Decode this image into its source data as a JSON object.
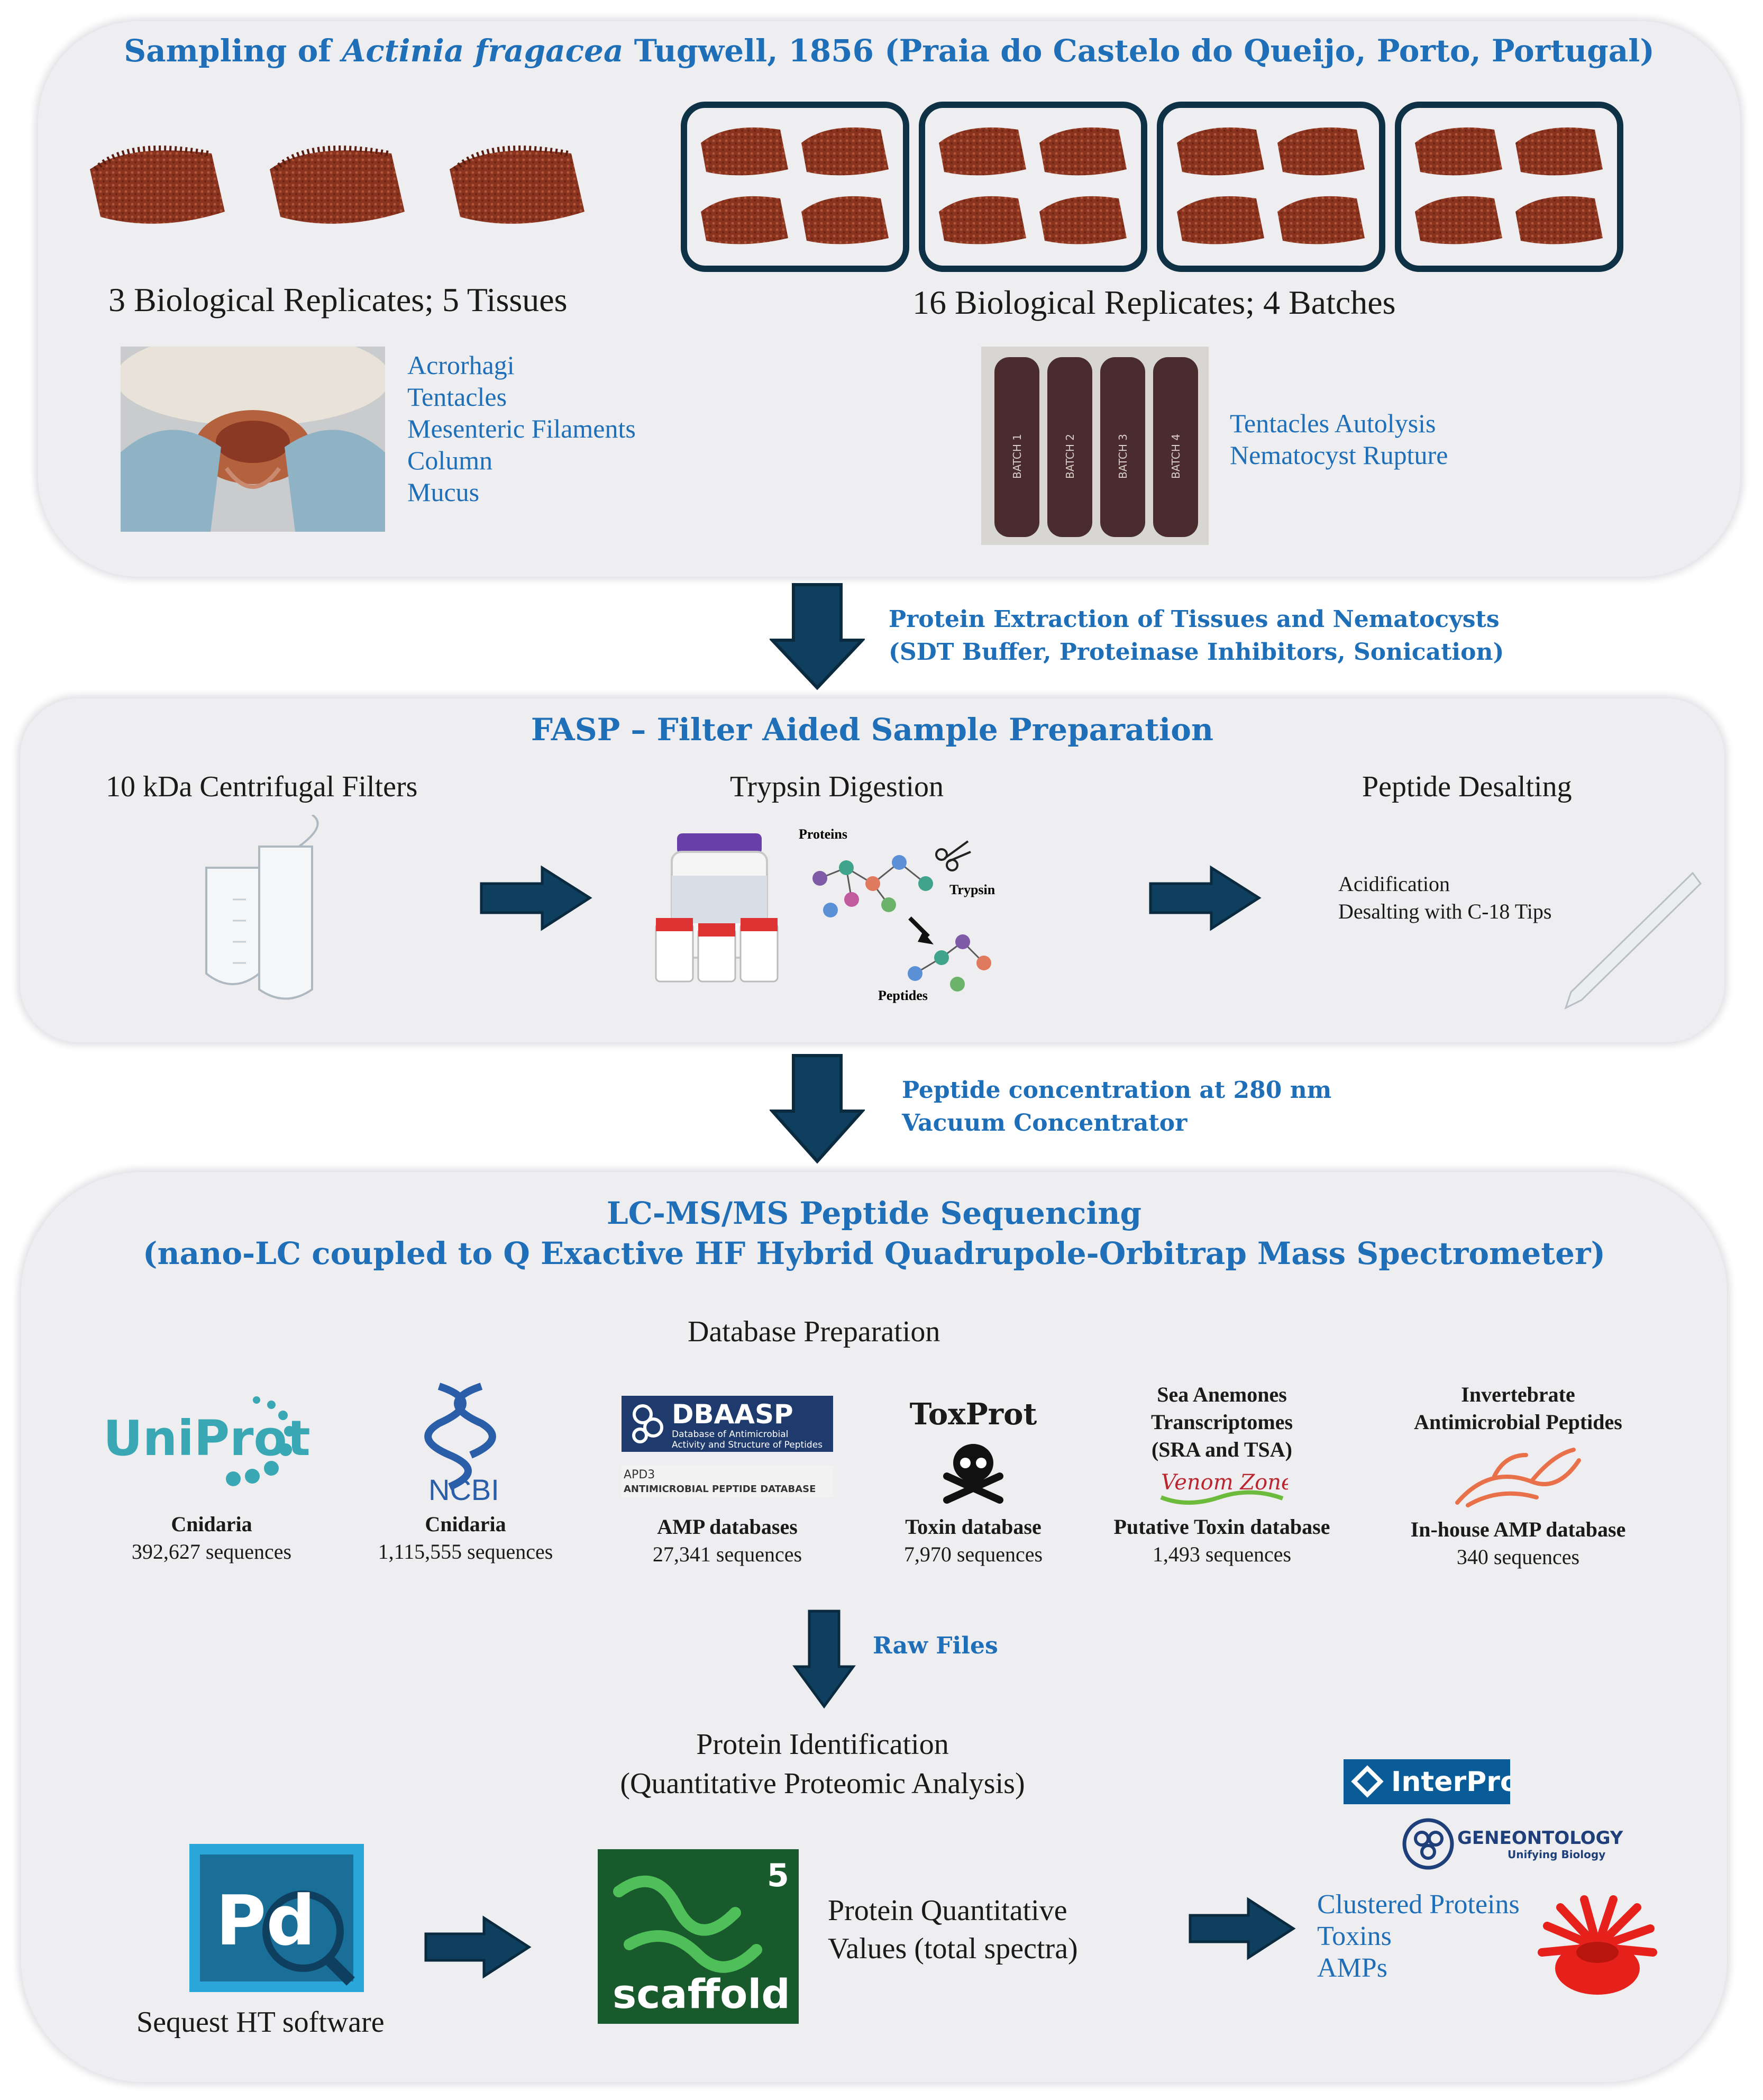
{
  "sampling": {
    "title_prefix": "Sampling of ",
    "title_species": "Actinia fragacea",
    "title_suffix": " Tugwell, 1856 (Praia do Castelo do Queijo, Porto, Portugal)",
    "left_label": "3 Biological Replicates; 5 Tissues",
    "right_label": "16 Biological Replicates; 4 Batches",
    "tissues": [
      "Acrorhagi",
      "Tentacles",
      "Mesenteric Filaments",
      "Column",
      "Mucus"
    ],
    "nematocyst_steps": [
      "Tentacles Autolysis",
      "Nematocyst Rupture"
    ],
    "tube_labels": [
      "BATCH 1",
      "BATCH 2",
      "BATCH 3",
      "BATCH 4"
    ]
  },
  "arrow1": {
    "line1": "Protein Extraction of Tissues and Nematocysts",
    "line2": "(SDT Buffer, Proteinase Inhibitors, Sonication)"
  },
  "fasp": {
    "title": "FASP – Filter Aided Sample Preparation",
    "step1": "10 kDa Centrifugal Filters",
    "step2": "Trypsin Digestion",
    "step3": "Peptide Desalting",
    "proteins_label": "Proteins",
    "trypsin_label": "Trypsin",
    "peptides_label": "Peptides",
    "desalt_line1": "Acidification",
    "desalt_line2": "Desalting with C-18 Tips"
  },
  "arrow2": {
    "line1": "Peptide concentration at 280 nm",
    "line2": "Vacuum Concentrator"
  },
  "lcms": {
    "title1": "LC-MS/MS Peptide Sequencing",
    "title2": "(nano-LC coupled to Q Exactive HF Hybrid Quadrupole-Orbitrap Mass Spectrometer)",
    "db_prep": "Database Preparation",
    "databases": [
      {
        "logo": "UniProt",
        "name": "Cnidaria",
        "count": "392,627 sequences"
      },
      {
        "logo": "NCBI",
        "name": "Cnidaria",
        "count": "1,115,555 sequences"
      },
      {
        "logo": "DBAASP",
        "name": "AMP databases",
        "count": "27,341 sequences"
      },
      {
        "logo": "ToxProt",
        "name": "Toxin database",
        "count": "7,970 sequences"
      },
      {
        "logo": "Venom Zone",
        "name": "Putative Toxin database",
        "count": "1,493 sequences"
      },
      {
        "logo": "",
        "name": "In-house AMP database",
        "count": "340 sequences"
      }
    ],
    "dbaasp_sub1": "Database of Antimicrobial",
    "dbaasp_sub2": "Activity and Structure of Peptides",
    "apd3_1": "APD3",
    "apd3_2": "ANTIMICROBIAL PEPTIDE DATABASE",
    "sea_anemone_1": "Sea Anemones",
    "sea_anemone_2": "Transcriptomes",
    "sea_anemone_3": "(SRA and TSA)",
    "invert_1": "Invertebrate",
    "invert_2": "Antimicrobial Peptides",
    "raw_files": "Raw Files",
    "protein_id1": "Protein Identification",
    "protein_id2": "(Quantitative Proteomic Analysis)",
    "pd_logo": "Pd",
    "sequest": "Sequest HT software",
    "scaffold_logo": "scaffold",
    "scaffold_num": "5",
    "quant1": "Protein Quantitative",
    "quant2": "Values (total spectra)",
    "interpro": "InterPro",
    "geneontology": "GENEONTOLOGY",
    "geneontology_sub": "Unifying Biology",
    "outputs": [
      "Clustered Proteins",
      "Toxins",
      "AMPs"
    ]
  }
}
